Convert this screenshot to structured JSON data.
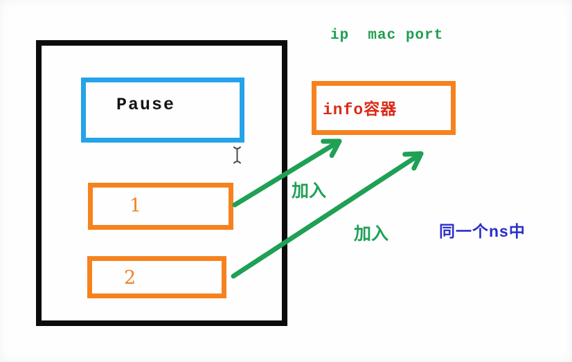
{
  "diagram": {
    "kind": "pod-network-namespace-diagram",
    "title_note": {
      "text": "ip  mac port"
    },
    "pod": {
      "pause_box": {
        "label": "Pause"
      },
      "container_1": {
        "label": "1"
      },
      "container_2": {
        "label": "2"
      }
    },
    "info_container": {
      "label": "info容器"
    },
    "arrows": [
      {
        "label": "加入",
        "from": "container_1",
        "to": "info_container"
      },
      {
        "label": "加入",
        "from": "container_2",
        "to": "info_container"
      }
    ],
    "side_note": {
      "text": "同一个ns中"
    },
    "icons": {
      "text_cursor": "text-cursor-ibeam"
    },
    "colors": {
      "outer_box": "#0c0c0c",
      "pause_border": "#25a3e9",
      "container_border": "#f6821e",
      "container_number": "#f08223",
      "info_text": "#da2a18",
      "green": "#1fa055",
      "note_blue": "#2b2fc8",
      "background": "#fefefe"
    }
  }
}
